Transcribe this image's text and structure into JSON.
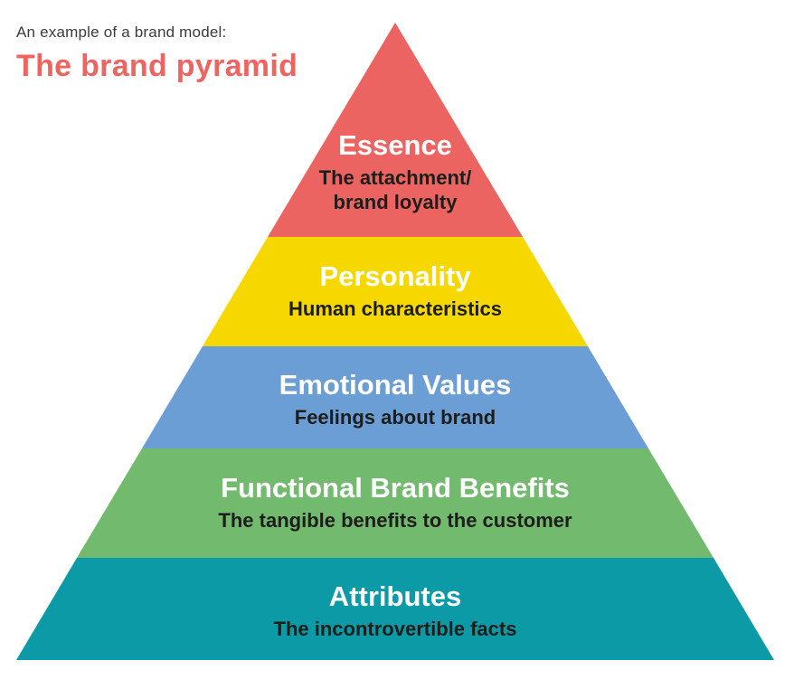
{
  "header": {
    "subtitle": "An example of a brand model:",
    "title": "The brand pyramid",
    "title_color": "#ee6461",
    "subtitle_color": "#3b3b3b"
  },
  "pyramid": {
    "label_color": "#ffffff",
    "description_color": "#1d1d1b",
    "layers": [
      {
        "label": "Essence",
        "description_lines": [
          "The attachment/",
          "brand loyalty"
        ],
        "color": "#ec6461"
      },
      {
        "label": "Personality",
        "description": "Human characteristics",
        "color": "#f6d800"
      },
      {
        "label": "Emotional Values",
        "description": "Feelings about brand",
        "color": "#6b9ed4"
      },
      {
        "label": "Functional Brand Benefits",
        "description": "The tangible benefits to the customer",
        "color": "#72ba6e"
      },
      {
        "label": "Attributes",
        "description": "The incontrovertible facts",
        "color": "#0d9aa7"
      }
    ]
  }
}
